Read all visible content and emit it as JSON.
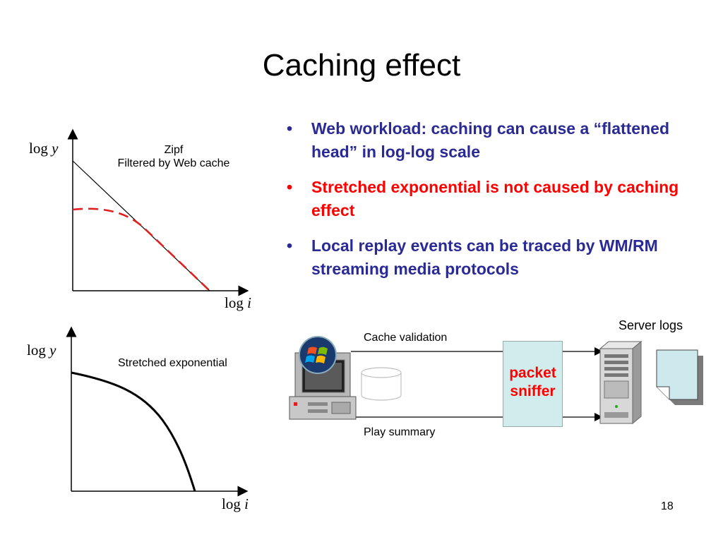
{
  "slide": {
    "title": "Caching effect",
    "page_number": "18"
  },
  "graph_top": {
    "y_axis_label": "log",
    "y_axis_var": "y",
    "x_axis_label": "log",
    "x_axis_var": "i",
    "legend_line1": "Zipf",
    "legend_line2": "Filtered by Web cache"
  },
  "graph_bottom": {
    "y_axis_label": "log",
    "y_axis_var": "y",
    "x_axis_label": "log",
    "x_axis_var": "i",
    "curve_label": "Stretched exponential"
  },
  "bullets": [
    {
      "text": "Web workload: caching can cause a “flattened head” in log-log scale",
      "color": "#2a2a96"
    },
    {
      "text": "Stretched exponential is not caused by caching effect",
      "color": "#ff0000"
    },
    {
      "text": "Local replay events can be traced by WM/RM streaming media protocols",
      "color": "#2a2a96"
    }
  ],
  "diagram": {
    "cache_validation_label": "Cache validation",
    "play_summary_label": "Play summary",
    "server_logs_label": "Server logs",
    "sniffer_label": "packet\nsniffer"
  },
  "colors": {
    "bullet_blue": "#2a2a96",
    "accent_red": "#ff0000",
    "sniffer_fill": "#d0ecec",
    "log_file_fill": "#cde9ee"
  },
  "icons": {
    "client": "computer-icon",
    "os_logo": "windows-logo-icon",
    "cache": "database-cylinder-icon",
    "server": "server-tower-icon",
    "log": "document-icon"
  }
}
